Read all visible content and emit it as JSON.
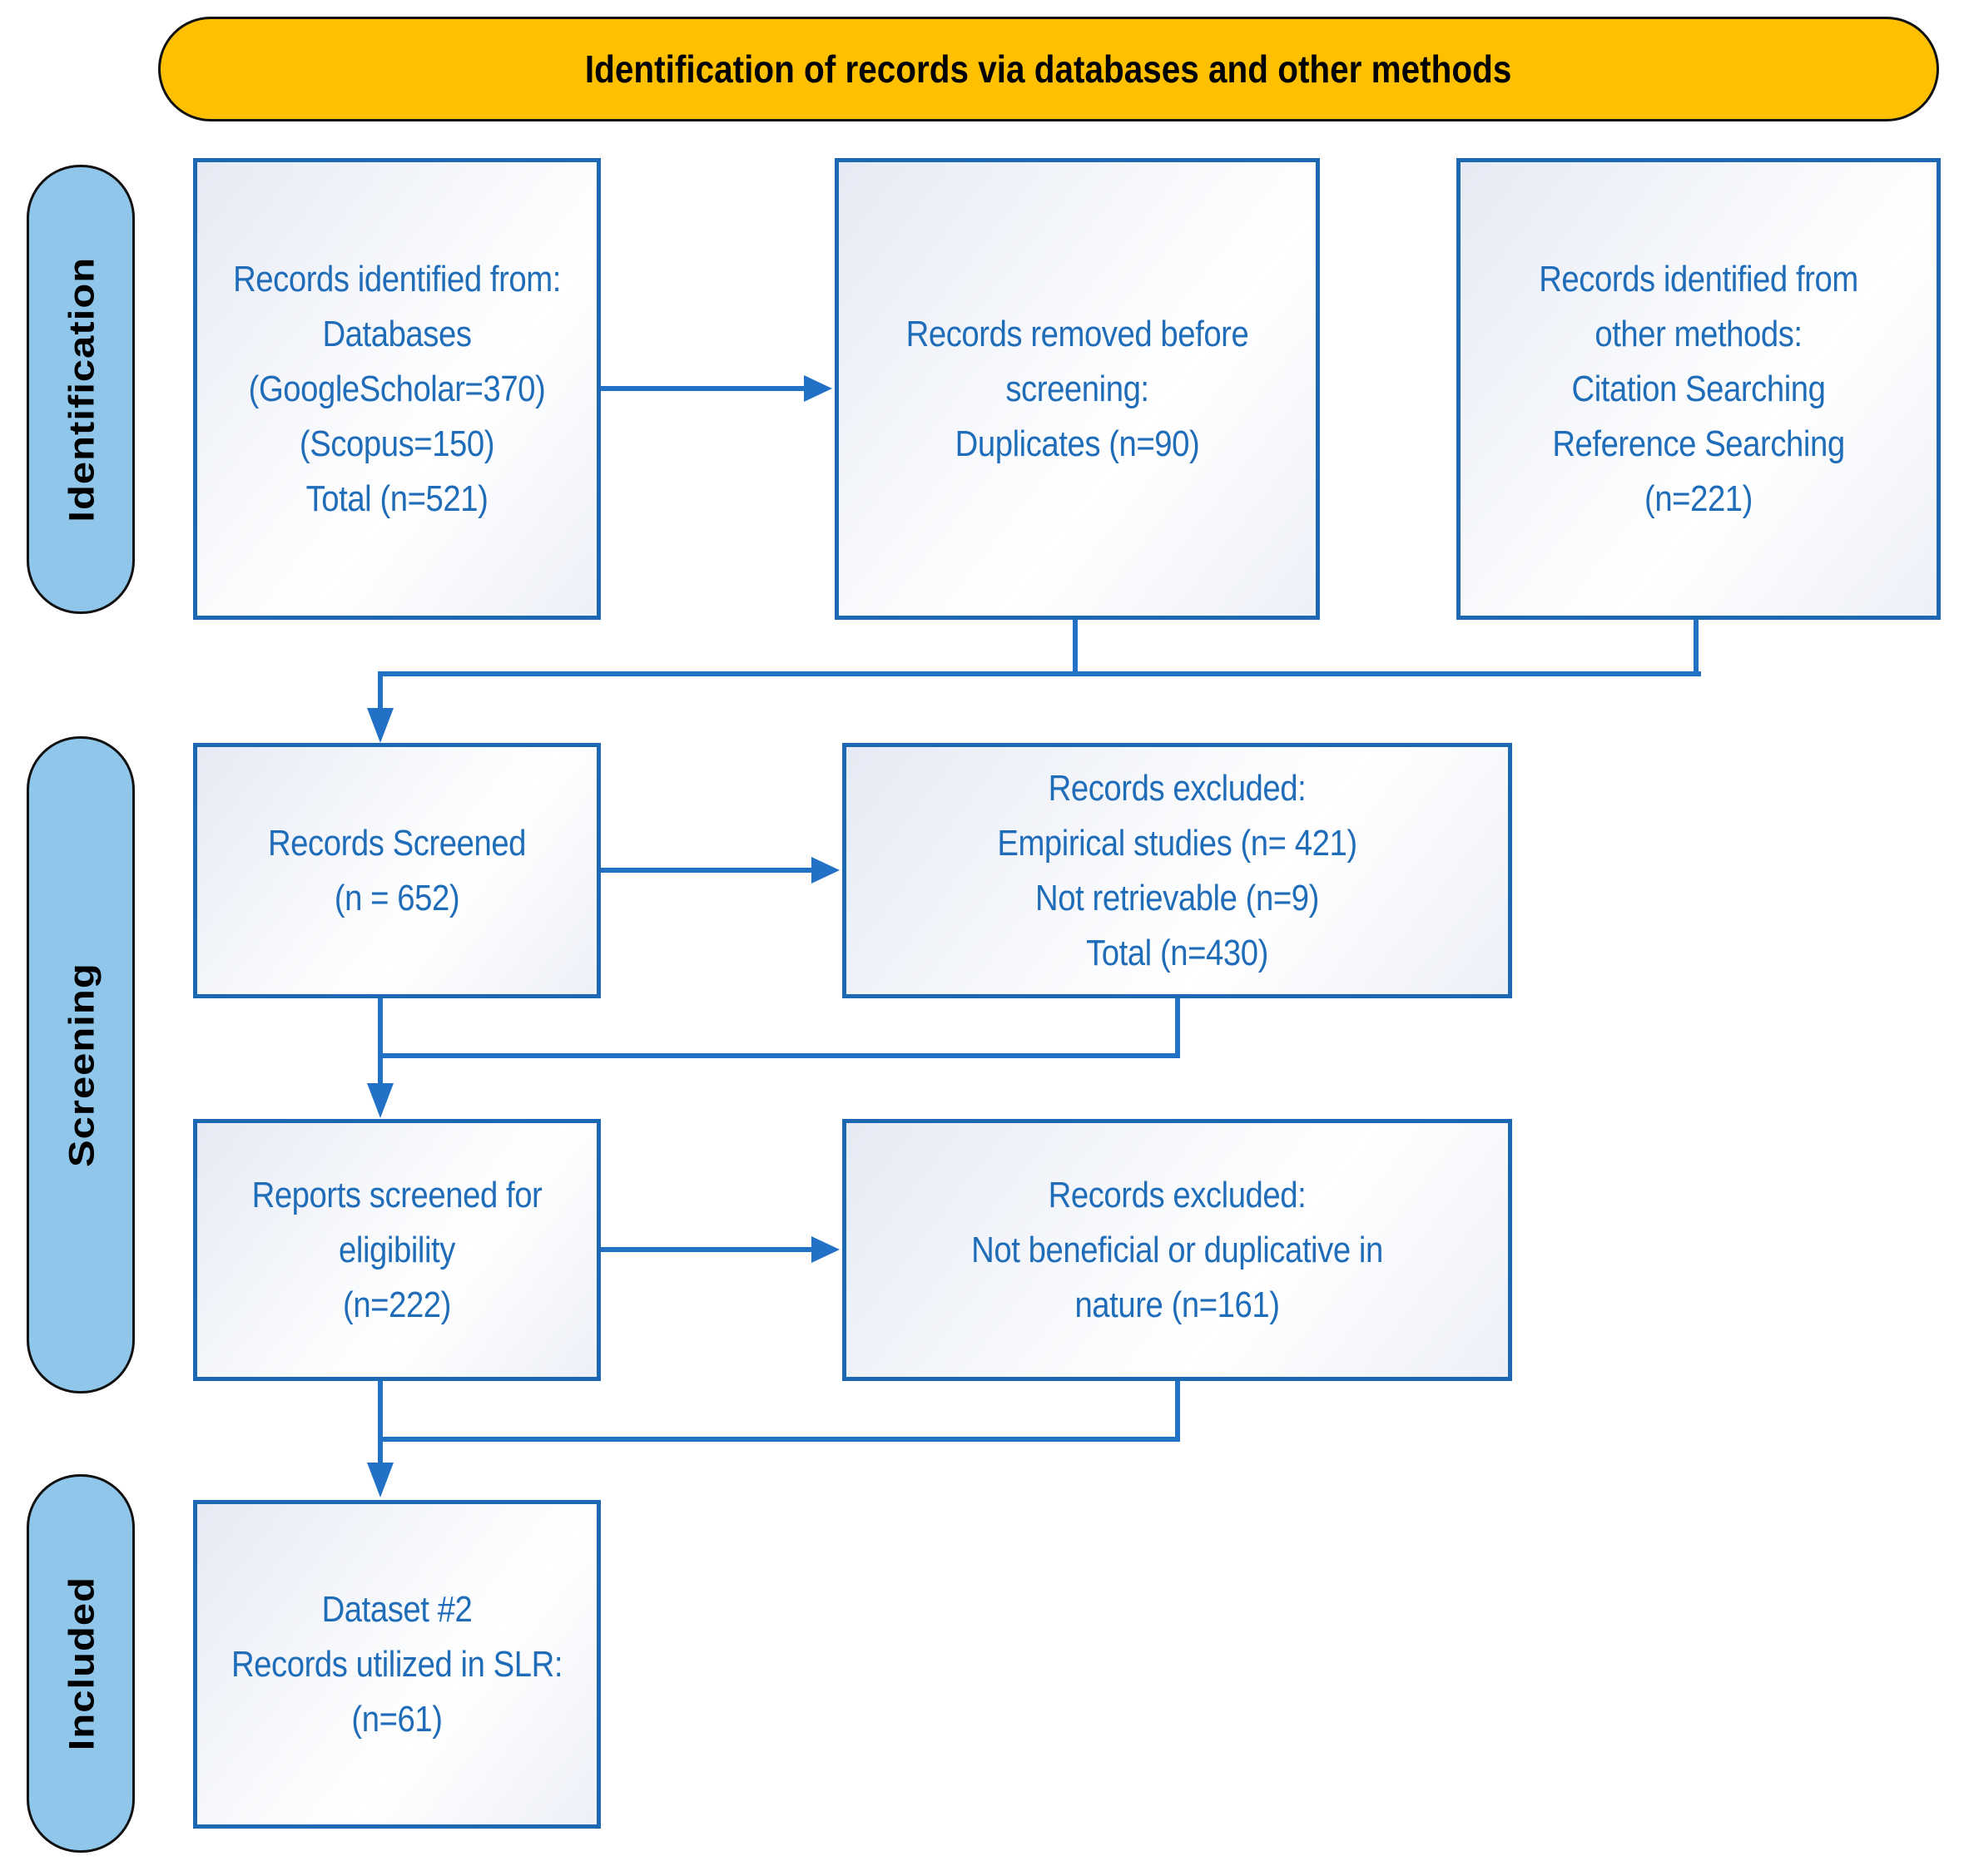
{
  "banner": {
    "label": "Identification of records via databases and other methods"
  },
  "stages": [
    {
      "label": "Identification"
    },
    {
      "label": "Screening"
    },
    {
      "label": "Included"
    }
  ],
  "boxes": [
    {
      "name": "records-identified-databases",
      "lines": [
        "Records identified from:",
        "Databases",
        "(GoogleScholar=370)",
        "(Scopus=150)",
        "Total (n=521)"
      ]
    },
    {
      "name": "records-removed-before-screening",
      "lines": [
        "Records removed before",
        "screening:",
        "Duplicates (n=90)"
      ]
    },
    {
      "name": "records-identified-other-methods",
      "lines": [
        "Records identified from",
        "other methods:",
        "Citation Searching",
        "Reference Searching",
        "(n=221)"
      ]
    },
    {
      "name": "records-screened",
      "lines": [
        "Records Screened",
        "(n = 652)"
      ]
    },
    {
      "name": "records-excluded-screening",
      "lines": [
        "Records excluded:",
        "Empirical studies (n= 421)",
        "Not retrievable (n=9)",
        "Total (n=430)"
      ]
    },
    {
      "name": "reports-screened-eligibility",
      "lines": [
        "Reports screened for",
        "eligibility",
        "(n=222)"
      ]
    },
    {
      "name": "records-excluded-eligibility",
      "lines": [
        "Records excluded:",
        "Not beneficial or duplicative in",
        "nature (n=161)"
      ]
    },
    {
      "name": "dataset-included",
      "lines": [
        "Dataset #2",
        "Records utilized in SLR:",
        "(n=61)"
      ]
    }
  ],
  "colors": {
    "banner_fill": "#FFC000",
    "banner_text": "#000000",
    "stage_fill": "#8FC6EA",
    "stage_text": "#000000",
    "box_border": "#1D68B2",
    "box_text": "#1F6CB8",
    "connector": "#2371C6"
  }
}
